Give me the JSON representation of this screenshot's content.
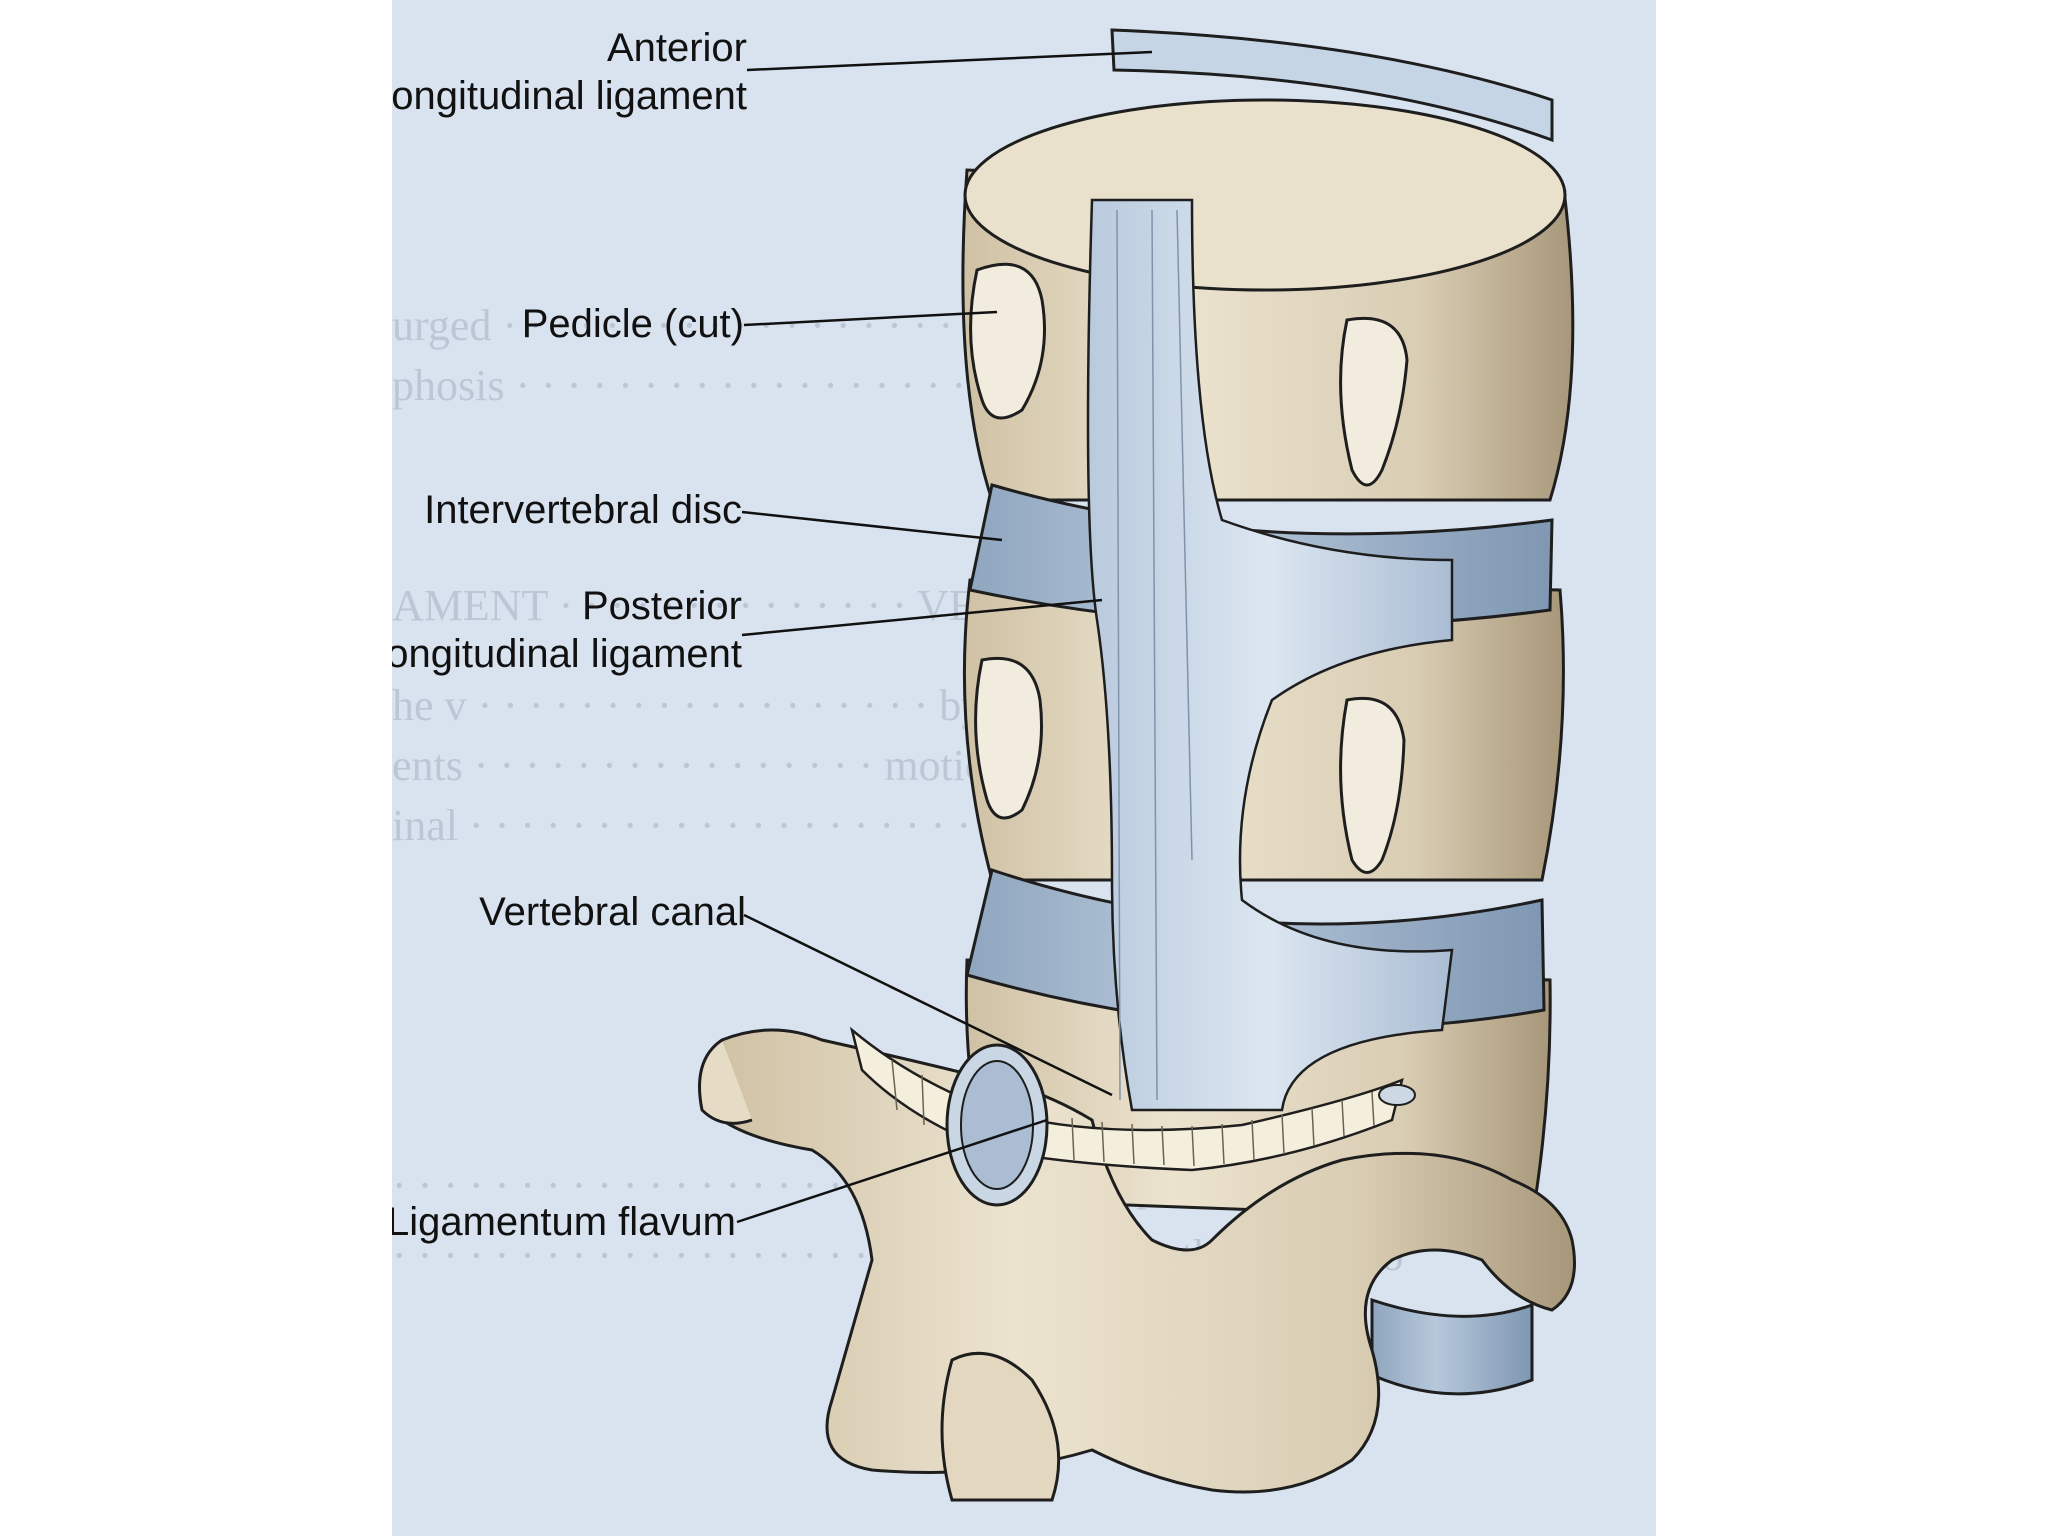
{
  "labels": {
    "anterior_ligament": {
      "line1": "Anterior",
      "line2": "longitudinal ligament"
    },
    "pedicle": "Pedicle (cut)",
    "disc": "Intervertebral disc",
    "posterior_ligament": {
      "line1": "Posterior",
      "line2": "longitudinal ligament"
    },
    "canal": "Vertebral canal",
    "flavum": "Ligamentum flavum"
  },
  "colors": {
    "background": "#d9e3ef",
    "bone": "#e6dcc6",
    "bone_shadow": "#b8a88c",
    "ligament": "#a9bfd6",
    "ligament_light": "#c9d8e8",
    "outline": "#1e1e1e"
  }
}
